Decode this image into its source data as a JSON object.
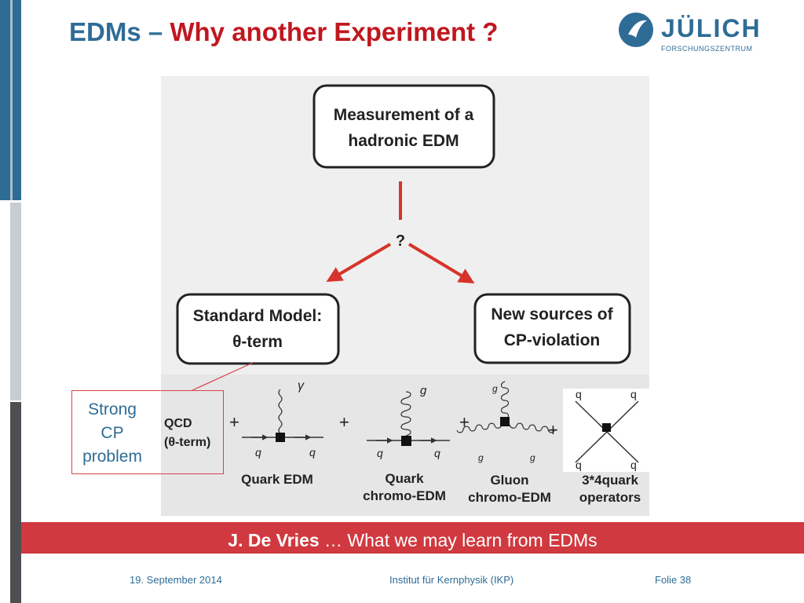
{
  "header": {
    "title_part1": "EDMs – ",
    "title_part2": "Why another Experiment ?"
  },
  "logo": {
    "wordmark": "JÜLICH",
    "subtitle": "FORSCHUNGSZENTRUM"
  },
  "diagram": {
    "top_node_line1": "Measurement of a",
    "top_node_line2": "hadronic EDM",
    "question": "?",
    "left_node_line1": "Standard Model:",
    "left_node_line2": "θ-term",
    "right_node_line1": "New sources of",
    "right_node_line2": "CP-violation",
    "qcd_line1": "QCD",
    "qcd_line2": "(θ-term)",
    "plus": "+",
    "photon": "γ",
    "gluon": "g",
    "quark": "q",
    "quark_edm_label": "Quark EDM",
    "quark_cedm_line1": "Quark",
    "quark_cedm_line2": "chromo-EDM",
    "gluon_cedm_line1": "Gluon",
    "gluon_cedm_line2": "chromo-EDM",
    "fourquark_line1": "3*4quark",
    "fourquark_line2": "operators"
  },
  "annotation": {
    "line1": "Strong",
    "line2": "CP",
    "line3": "problem"
  },
  "banner": {
    "author": "J. De Vries",
    "text": " … What we may learn from EDMs"
  },
  "footer": {
    "date": "19. September 2014",
    "institute": "Institut für Kernphysik (IKP)",
    "slide": "Folie 38"
  },
  "colors": {
    "brand_blue": "#2e6c96",
    "accent_red": "#c0171f",
    "banner_red": "#d0393f"
  }
}
